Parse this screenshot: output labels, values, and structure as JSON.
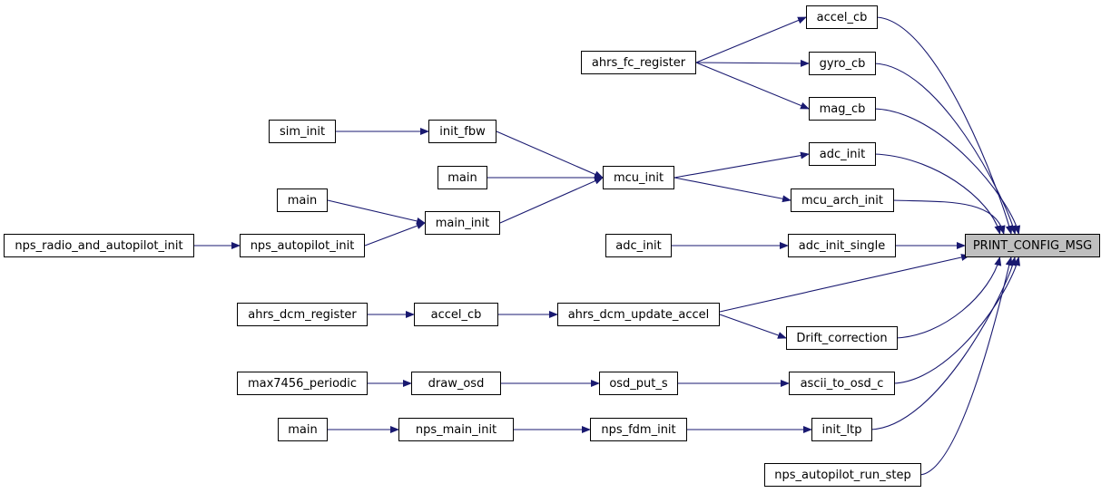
{
  "diagram": {
    "type": "caller-graph",
    "root": "PRINT_CONFIG_MSG",
    "colors": {
      "edge": "#191970",
      "node_border": "#000000",
      "node_fill": "#ffffff",
      "root_fill": "#bfbfbf"
    },
    "nodes": [
      {
        "id": "print_config_msg",
        "label": "PRINT_CONFIG_MSG"
      },
      {
        "id": "accel_cb_1",
        "label": "accel_cb"
      },
      {
        "id": "gyro_cb",
        "label": "gyro_cb"
      },
      {
        "id": "mag_cb",
        "label": "mag_cb"
      },
      {
        "id": "adc_init_r",
        "label": "adc_init"
      },
      {
        "id": "mcu_arch_init",
        "label": "mcu_arch_init"
      },
      {
        "id": "adc_init_single",
        "label": "adc_init_single"
      },
      {
        "id": "drift_correction",
        "label": "Drift_correction"
      },
      {
        "id": "ascii_to_osd_c",
        "label": "ascii_to_osd_c"
      },
      {
        "id": "init_ltp",
        "label": "init_ltp"
      },
      {
        "id": "nps_autopilot_run_step",
        "label": "nps_autopilot_run_step"
      },
      {
        "id": "ahrs_fc_register",
        "label": "ahrs_fc_register"
      },
      {
        "id": "mcu_init",
        "label": "mcu_init"
      },
      {
        "id": "adc_init_l",
        "label": "adc_init"
      },
      {
        "id": "ahrs_dcm_update_accel",
        "label": "ahrs_dcm_update_accel"
      },
      {
        "id": "osd_put_s",
        "label": "osd_put_s"
      },
      {
        "id": "nps_fdm_init",
        "label": "nps_fdm_init"
      },
      {
        "id": "init_fbw",
        "label": "init_fbw"
      },
      {
        "id": "main_a",
        "label": "main"
      },
      {
        "id": "main_init",
        "label": "main_init"
      },
      {
        "id": "accel_cb_2",
        "label": "accel_cb"
      },
      {
        "id": "draw_osd",
        "label": "draw_osd"
      },
      {
        "id": "nps_main_init",
        "label": "nps_main_init"
      },
      {
        "id": "sim_init",
        "label": "sim_init"
      },
      {
        "id": "main_b",
        "label": "main"
      },
      {
        "id": "nps_autopilot_init",
        "label": "nps_autopilot_init"
      },
      {
        "id": "ahrs_dcm_register",
        "label": "ahrs_dcm_register"
      },
      {
        "id": "max7456_periodic",
        "label": "max7456_periodic"
      },
      {
        "id": "main_c",
        "label": "main"
      },
      {
        "id": "nps_radio_and_autopilot_init",
        "label": "nps_radio_and_autopilot_init"
      }
    ],
    "edges": [
      {
        "from": "accel_cb_1",
        "to": "print_config_msg"
      },
      {
        "from": "gyro_cb",
        "to": "print_config_msg"
      },
      {
        "from": "mag_cb",
        "to": "print_config_msg"
      },
      {
        "from": "adc_init_r",
        "to": "print_config_msg"
      },
      {
        "from": "mcu_arch_init",
        "to": "print_config_msg"
      },
      {
        "from": "adc_init_single",
        "to": "print_config_msg"
      },
      {
        "from": "ahrs_dcm_update_accel",
        "to": "print_config_msg"
      },
      {
        "from": "drift_correction",
        "to": "print_config_msg"
      },
      {
        "from": "ascii_to_osd_c",
        "to": "print_config_msg"
      },
      {
        "from": "init_ltp",
        "to": "print_config_msg"
      },
      {
        "from": "nps_autopilot_run_step",
        "to": "print_config_msg"
      },
      {
        "from": "ahrs_fc_register",
        "to": "accel_cb_1"
      },
      {
        "from": "ahrs_fc_register",
        "to": "gyro_cb"
      },
      {
        "from": "ahrs_fc_register",
        "to": "mag_cb"
      },
      {
        "from": "mcu_init",
        "to": "adc_init_r"
      },
      {
        "from": "mcu_init",
        "to": "mcu_arch_init"
      },
      {
        "from": "adc_init_l",
        "to": "adc_init_single"
      },
      {
        "from": "ahrs_dcm_update_accel",
        "to": "drift_correction"
      },
      {
        "from": "osd_put_s",
        "to": "ascii_to_osd_c"
      },
      {
        "from": "nps_fdm_init",
        "to": "init_ltp"
      },
      {
        "from": "init_fbw",
        "to": "mcu_init"
      },
      {
        "from": "main_a",
        "to": "mcu_init"
      },
      {
        "from": "main_init",
        "to": "mcu_init"
      },
      {
        "from": "accel_cb_2",
        "to": "ahrs_dcm_update_accel"
      },
      {
        "from": "draw_osd",
        "to": "osd_put_s"
      },
      {
        "from": "nps_main_init",
        "to": "nps_fdm_init"
      },
      {
        "from": "sim_init",
        "to": "init_fbw"
      },
      {
        "from": "main_b",
        "to": "main_init"
      },
      {
        "from": "nps_autopilot_init",
        "to": "main_init"
      },
      {
        "from": "ahrs_dcm_register",
        "to": "accel_cb_2"
      },
      {
        "from": "max7456_periodic",
        "to": "draw_osd"
      },
      {
        "from": "main_c",
        "to": "nps_main_init"
      },
      {
        "from": "nps_radio_and_autopilot_init",
        "to": "nps_autopilot_init"
      }
    ]
  }
}
